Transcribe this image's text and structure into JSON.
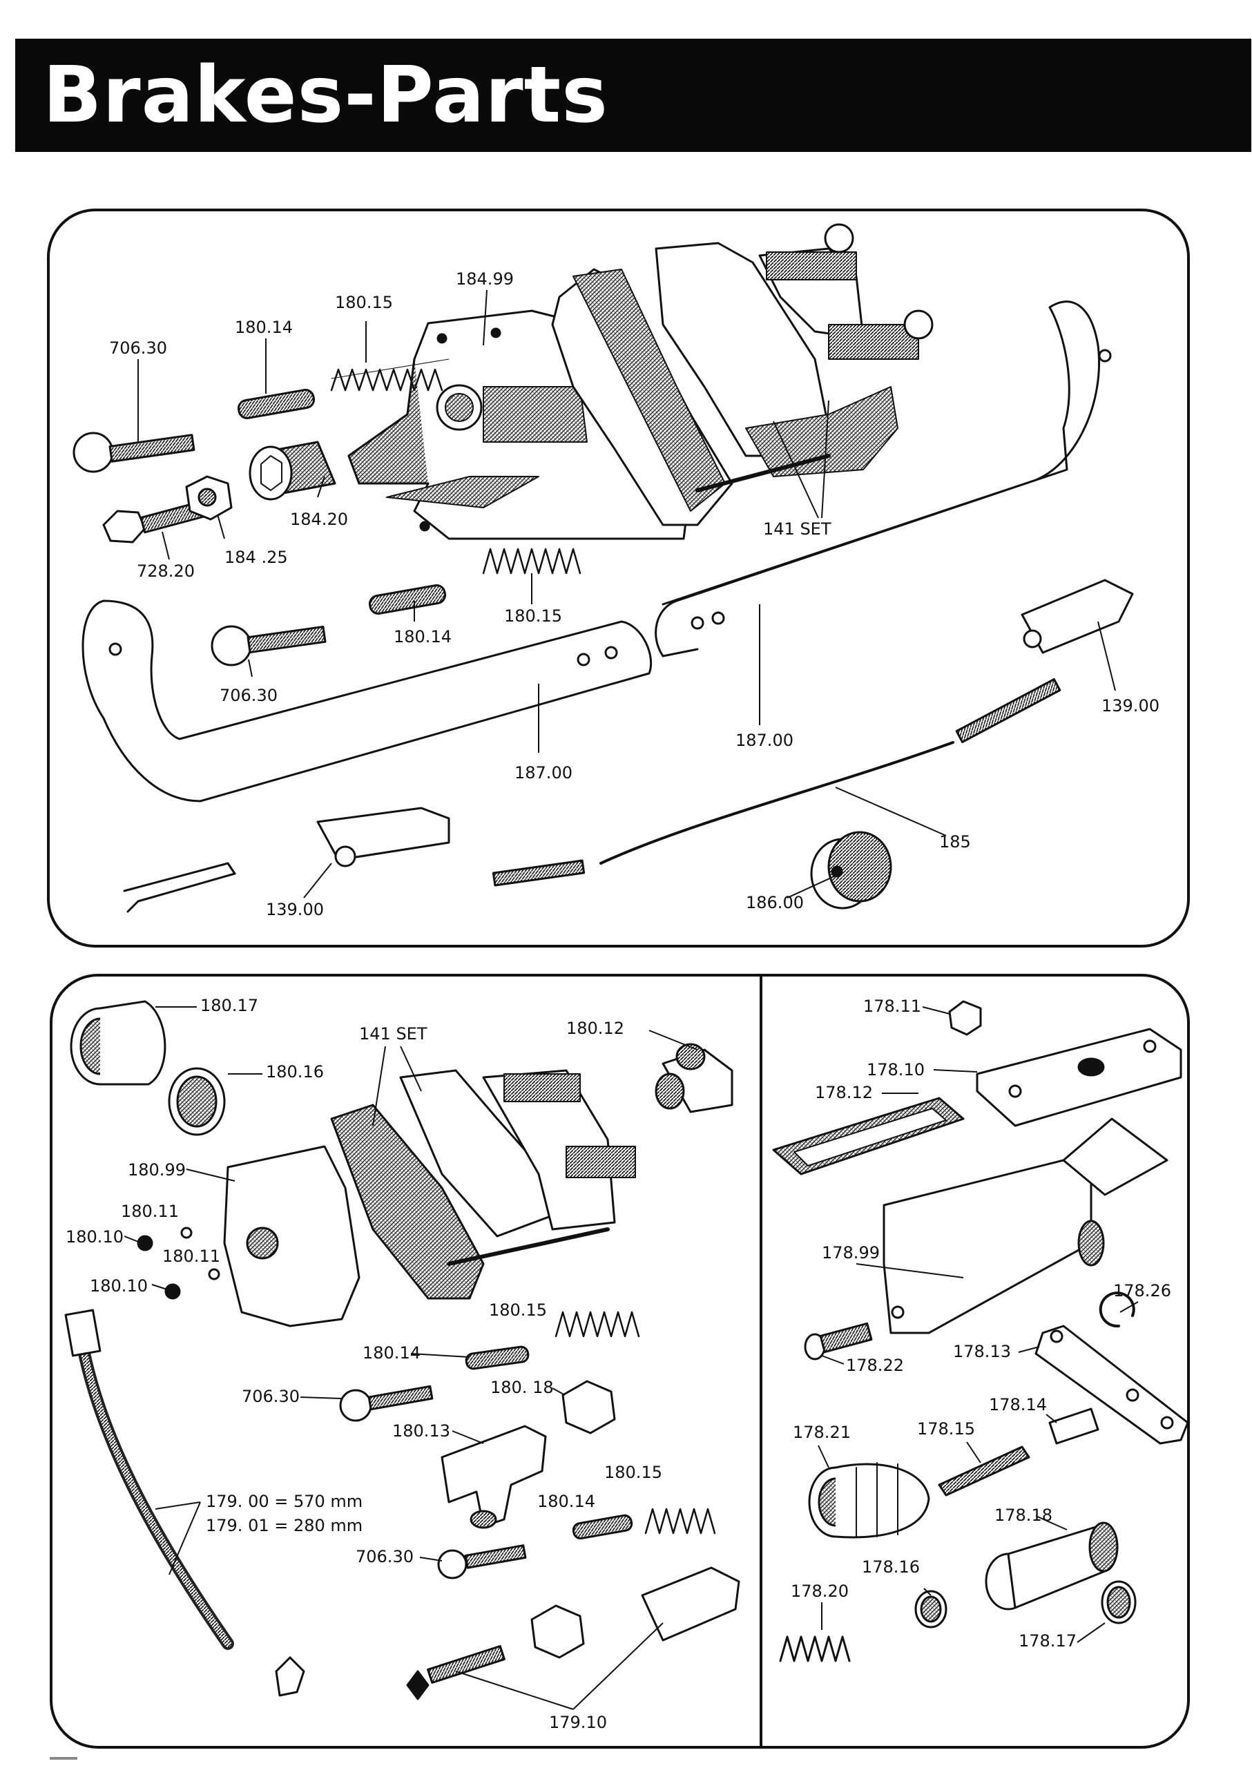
{
  "title": "Brakes-Parts",
  "top_panel": {
    "labels": [
      {
        "id": "p706-30-a",
        "text": "706.30"
      },
      {
        "id": "p180-14-a",
        "text": "180.14"
      },
      {
        "id": "p180-15-a",
        "text": "180.15"
      },
      {
        "id": "p184-99",
        "text": "184.99"
      },
      {
        "id": "p184-20",
        "text": "184.20"
      },
      {
        "id": "p184-25",
        "text": "184 .25"
      },
      {
        "id": "p728-20",
        "text": "728.20"
      },
      {
        "id": "p141-set-a",
        "text": "141 SET"
      },
      {
        "id": "p180-14-b",
        "text": "180.14"
      },
      {
        "id": "p180-15-b",
        "text": "180.15"
      },
      {
        "id": "p706-30-b",
        "text": "706.30"
      },
      {
        "id": "p187-00-a",
        "text": "187.00"
      },
      {
        "id": "p187-00-b",
        "text": "187.00"
      },
      {
        "id": "p139-00-a",
        "text": "139.00"
      },
      {
        "id": "p139-00-b",
        "text": "139.00"
      },
      {
        "id": "p185",
        "text": "185"
      },
      {
        "id": "p186-00",
        "text": "186.00"
      }
    ]
  },
  "bottom_left_panel": {
    "labels": [
      {
        "id": "p180-17",
        "text": "180.17"
      },
      {
        "id": "p180-16",
        "text": "180.16"
      },
      {
        "id": "p141-set-b",
        "text": "141 SET"
      },
      {
        "id": "p180-12-a",
        "text": "180.12"
      },
      {
        "id": "p180-99",
        "text": "180.99"
      },
      {
        "id": "p180-11-a",
        "text": "180.11"
      },
      {
        "id": "p180-10-a",
        "text": "180.10"
      },
      {
        "id": "p180-11-b",
        "text": "180.11"
      },
      {
        "id": "p180-10-b",
        "text": "180.10"
      },
      {
        "id": "p180-15-c",
        "text": "180.15"
      },
      {
        "id": "p180-14-c",
        "text": "180.14"
      },
      {
        "id": "p180-18",
        "text": "180. 18"
      },
      {
        "id": "p706-30-c",
        "text": "706.30"
      },
      {
        "id": "p180-13",
        "text": "180.13"
      },
      {
        "id": "p180-15-d",
        "text": "180.15"
      },
      {
        "id": "p180-14-d",
        "text": "180.14"
      },
      {
        "id": "p179-00",
        "text": "179. 00  = 570 mm"
      },
      {
        "id": "p179-01",
        "text": "179. 01  = 280 mm"
      },
      {
        "id": "p706-30-d",
        "text": "706.30"
      },
      {
        "id": "p179-10",
        "text": "179.10"
      }
    ]
  },
  "bottom_right_panel": {
    "labels": [
      {
        "id": "p178-11",
        "text": "178.11"
      },
      {
        "id": "p178-10",
        "text": "178.10"
      },
      {
        "id": "p178-12",
        "text": "178.12"
      },
      {
        "id": "p178-99",
        "text": "178.99"
      },
      {
        "id": "p178-26",
        "text": "178.26"
      },
      {
        "id": "p178-22",
        "text": "178.22"
      },
      {
        "id": "p178-13",
        "text": "178.13"
      },
      {
        "id": "p178-14",
        "text": "178.14"
      },
      {
        "id": "p178-21",
        "text": "178.21"
      },
      {
        "id": "p178-15",
        "text": "178.15"
      },
      {
        "id": "p178-18",
        "text": "178.18"
      },
      {
        "id": "p178-16",
        "text": "178.16"
      },
      {
        "id": "p178-20",
        "text": "178.20"
      },
      {
        "id": "p178-17",
        "text": "178.17"
      }
    ]
  }
}
